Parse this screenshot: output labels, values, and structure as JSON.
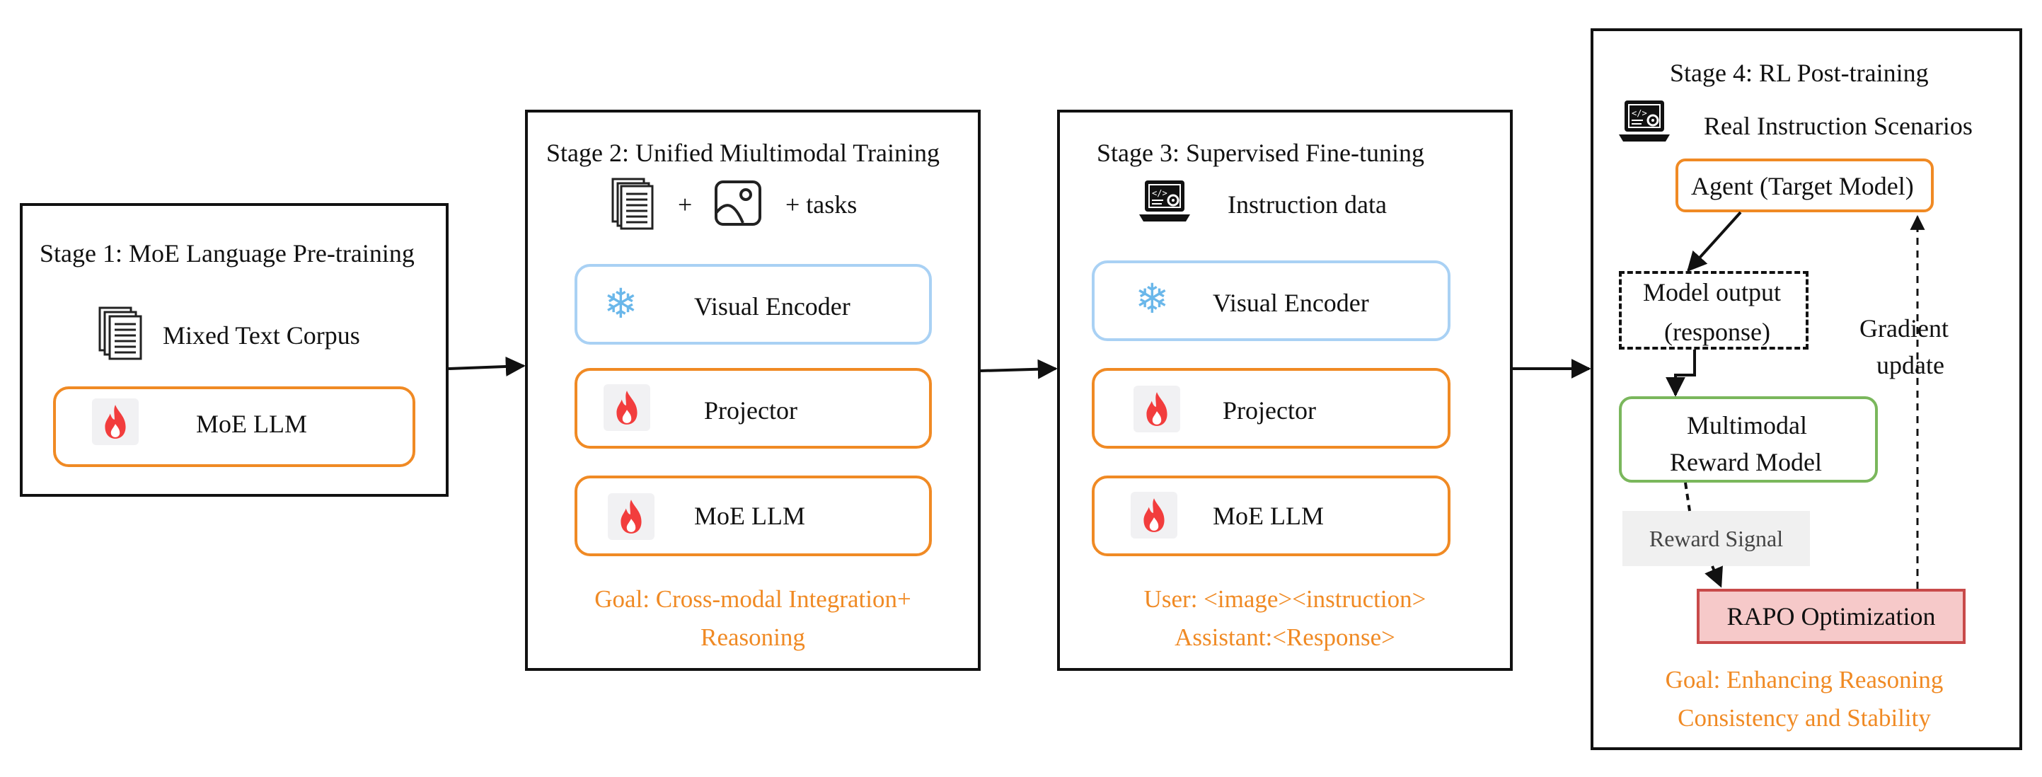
{
  "stage1": {
    "title": "Stage 1: MoE Language Pre-training",
    "corpus_label": "Mixed Text Corpus",
    "llm_label": "MoE LLM"
  },
  "stage2": {
    "title": "Stage 2: Unified Miultimodal Training",
    "plus": "+",
    "tasks": "+ tasks",
    "encoder_label": "Visual Encoder",
    "projector_label": "Projector",
    "llm_label": "MoE LLM",
    "goal_line1": "Goal: Cross-modal Integration+",
    "goal_line2": "Reasoning"
  },
  "stage3": {
    "title": "Stage 3: Supervised Fine-tuning",
    "data_label": "Instruction data",
    "encoder_label": "Visual Encoder",
    "projector_label": "Projector",
    "llm_label": "MoE LLM",
    "user_line": "User: <image><instruction>",
    "assistant_line": "Assistant:<Response>"
  },
  "stage4": {
    "title": "Stage 4: RL Post-training",
    "scenarios_label": "Real Instruction Scenarios",
    "agent_label": "Agent (Target Model)",
    "model_output_line1": "Model output",
    "model_output_line2": "(response)",
    "reward_model_line1": "Multimodal",
    "reward_model_line2": "Reward Model",
    "reward_signal": "Reward Signal",
    "rapo_label": "RAPO Optimization",
    "gradient_line1": "Gradient",
    "gradient_line2": "update",
    "goal_line1": "Goal: Enhancing Reasoning",
    "goal_line2": "Consistency and Stability"
  },
  "colors": {
    "trainable_border": "#f08a24",
    "frozen_border": "#a9d1f4",
    "reward_model_border": "#7ab75c",
    "rapo_fill": "#f6c9c9",
    "rapo_border": "#c84a4a",
    "goal_text": "#f08a24"
  },
  "icons": {
    "document": "document-icon",
    "image": "image-icon",
    "flame": "flame-icon",
    "snowflake": "snowflake-icon",
    "laptop_code": "laptop-code-icon"
  }
}
